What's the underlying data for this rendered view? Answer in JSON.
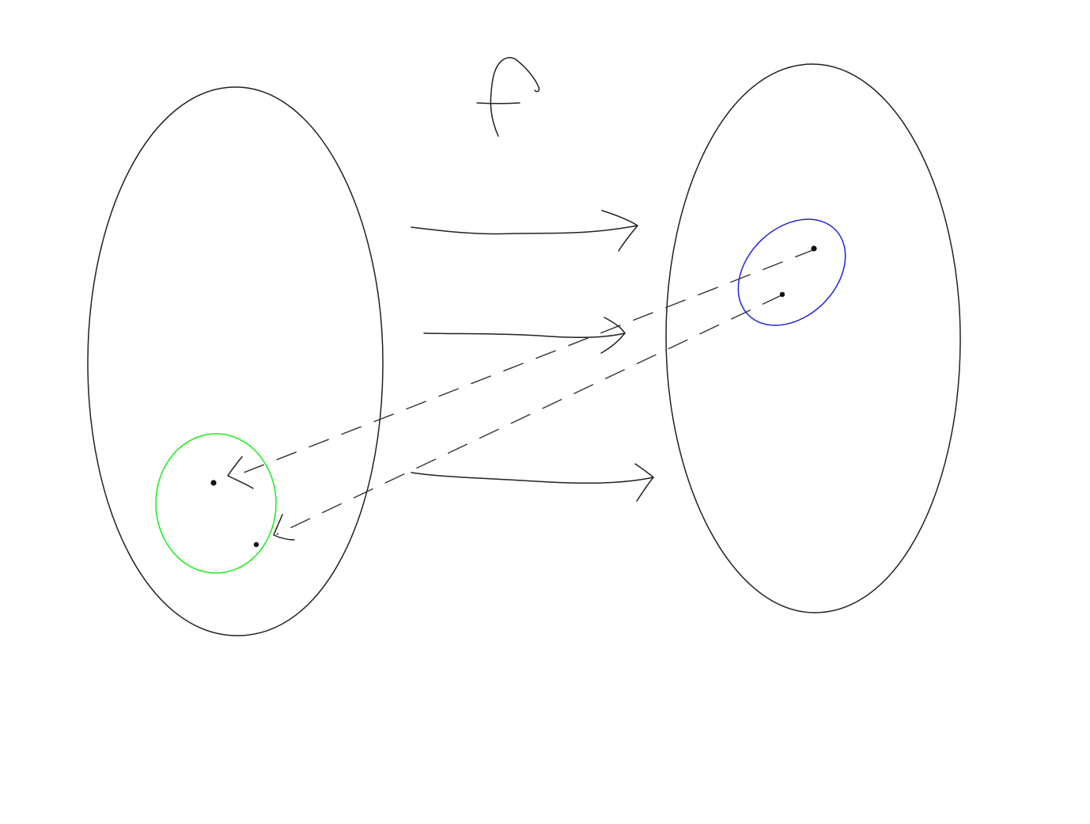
{
  "diagram": {
    "label": "f",
    "colors": {
      "ink": "#222222",
      "domain_neighborhood": "#22ee22",
      "codomain_neighborhood": "#2222dd",
      "background": "#ffffff"
    },
    "elements": [
      {
        "id": "domain-set",
        "kind": "ellipse",
        "color": "ink"
      },
      {
        "id": "codomain-set",
        "kind": "ellipse",
        "color": "ink"
      },
      {
        "id": "function-label",
        "kind": "text",
        "text_key": "label"
      },
      {
        "id": "mapping-arrow",
        "kind": "arrow",
        "count": 3,
        "direction": "domain-to-codomain"
      },
      {
        "id": "preimage-arrow",
        "kind": "dashed-arrow",
        "count": 2,
        "direction": "codomain-to-domain"
      },
      {
        "id": "domain-neighborhood",
        "kind": "circle",
        "color": "domain_neighborhood"
      },
      {
        "id": "codomain-neighborhood",
        "kind": "ellipse",
        "color": "codomain_neighborhood"
      },
      {
        "id": "point",
        "kind": "dot",
        "count": 4
      }
    ]
  }
}
